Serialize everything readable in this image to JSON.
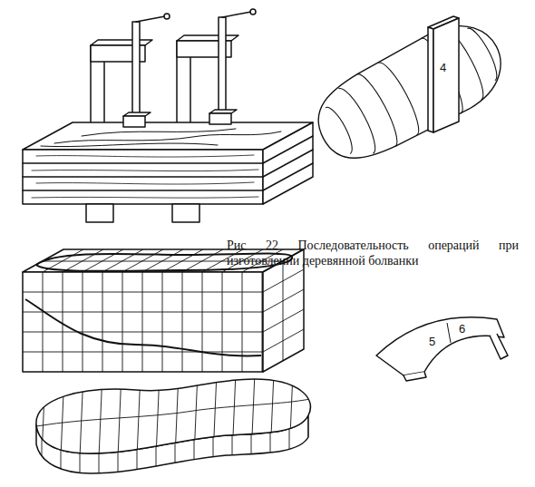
{
  "diagram": {
    "caption": "Рис 22 Последовательность операций при изготовлении деревянной болванки",
    "labels": [
      "4",
      "5",
      "6"
    ]
  }
}
